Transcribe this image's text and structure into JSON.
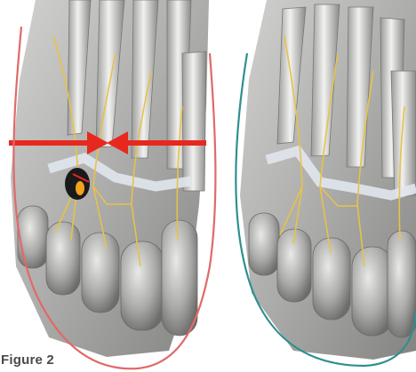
{
  "figure": {
    "caption": "Figure 2",
    "colors": {
      "left_outline": "#e06a6a",
      "right_outline": "#2f8f8f",
      "arrow": "#e8281e",
      "nerve": "#e7c24a",
      "bone_light": "#e4e4e2",
      "bone_shadow": "#8d8d8b",
      "skin": "#b9b9b7",
      "ligament": "#dfe6ec"
    },
    "panels": [
      {
        "name": "left-foot",
        "icons": [
          "compression-arrows-icon",
          "neuroma-lesion-icon"
        ]
      },
      {
        "name": "right-foot",
        "icons": []
      }
    ]
  }
}
